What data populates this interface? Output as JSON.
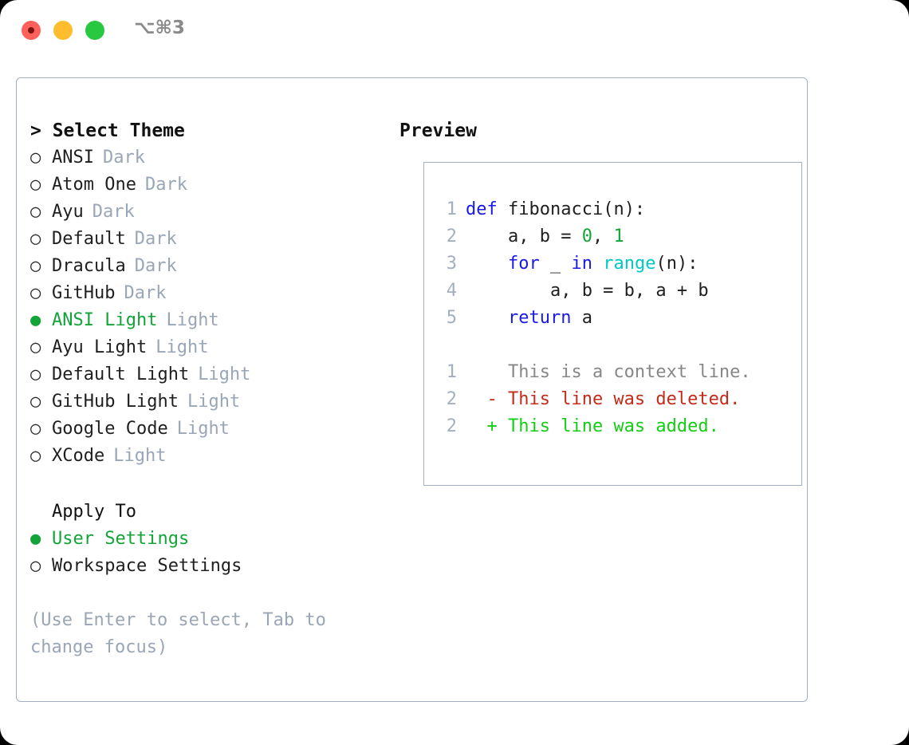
{
  "window": {
    "traffic_lights": [
      "close",
      "minimize",
      "maximize"
    ],
    "shortcut_label": "⌥⌘3"
  },
  "colors": {
    "accent_green": "#13A438",
    "muted": "#9AA6B6",
    "border": "#A3AFC0",
    "keyword_blue": "#1A1AE6",
    "call_cyan": "#00C8C8",
    "number_green": "#13A438",
    "diff_delete_red": "#C42B19",
    "diff_add_green": "#14CD14",
    "diff_context_gray": "#878787"
  },
  "theme_picker": {
    "heading": "> Select Theme",
    "bullet_on": "●",
    "bullet_off": "○",
    "items": [
      {
        "name": "ANSI",
        "kind": "Dark",
        "selected": false
      },
      {
        "name": "Atom One",
        "kind": "Dark",
        "selected": false
      },
      {
        "name": "Ayu",
        "kind": "Dark",
        "selected": false
      },
      {
        "name": "Default",
        "kind": "Dark",
        "selected": false
      },
      {
        "name": "Dracula",
        "kind": "Dark",
        "selected": false
      },
      {
        "name": "GitHub",
        "kind": "Dark",
        "selected": false
      },
      {
        "name": "ANSI Light",
        "kind": "Light",
        "selected": true
      },
      {
        "name": "Ayu Light",
        "kind": "Light",
        "selected": false
      },
      {
        "name": "Default Light",
        "kind": "Light",
        "selected": false
      },
      {
        "name": "GitHub Light",
        "kind": "Light",
        "selected": false
      },
      {
        "name": "Google Code",
        "kind": "Light",
        "selected": false
      },
      {
        "name": "XCode",
        "kind": "Light",
        "selected": false
      }
    ]
  },
  "apply_to": {
    "heading": "Apply To",
    "options": [
      {
        "label": "User Settings",
        "selected": true
      },
      {
        "label": "Workspace Settings",
        "selected": false
      }
    ]
  },
  "hint": "(Use Enter to select, Tab to change focus)",
  "preview": {
    "heading": "Preview",
    "code_lines": [
      {
        "no": "1",
        "tokens": [
          {
            "t": "def",
            "c": "kw"
          },
          {
            "t": " fibonacci(n):",
            "c": "txt"
          }
        ]
      },
      {
        "no": "2",
        "tokens": [
          {
            "t": "    a, b = ",
            "c": "txt"
          },
          {
            "t": "0",
            "c": "num"
          },
          {
            "t": ", ",
            "c": "txt"
          },
          {
            "t": "1",
            "c": "num"
          }
        ]
      },
      {
        "no": "3",
        "tokens": [
          {
            "t": "    ",
            "c": "txt"
          },
          {
            "t": "for",
            "c": "kw"
          },
          {
            "t": " _ ",
            "c": "txt"
          },
          {
            "t": "in",
            "c": "kw"
          },
          {
            "t": " ",
            "c": "txt"
          },
          {
            "t": "range",
            "c": "call"
          },
          {
            "t": "(n):",
            "c": "txt"
          }
        ]
      },
      {
        "no": "4",
        "tokens": [
          {
            "t": "        a, b = b, a + b",
            "c": "txt"
          }
        ]
      },
      {
        "no": "5",
        "tokens": [
          {
            "t": "    ",
            "c": "txt"
          },
          {
            "t": "return",
            "c": "kw"
          },
          {
            "t": " a",
            "c": "txt"
          }
        ]
      }
    ],
    "diff_lines": [
      {
        "no": "1",
        "marker": " ",
        "text": "This is a context line.",
        "kind": "ctx"
      },
      {
        "no": "2",
        "marker": "-",
        "text": "This line was deleted.",
        "kind": "del"
      },
      {
        "no": "2",
        "marker": "+",
        "text": "This line was added.",
        "kind": "add"
      }
    ]
  }
}
